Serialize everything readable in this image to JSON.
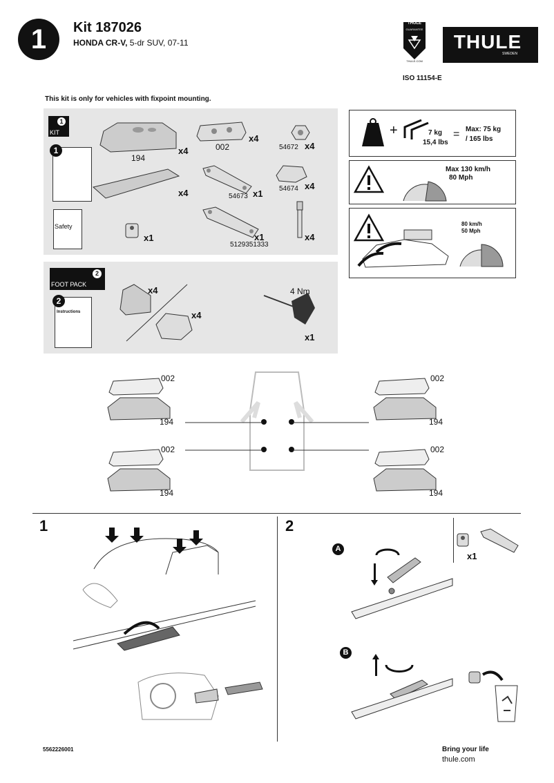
{
  "header": {
    "step_number": "1",
    "kit_title": "Kit 187026",
    "vehicle_make": "HONDA CR-V,",
    "vehicle_detail": "5-dr SUV, 07-11",
    "iso": "ISO 11154-E",
    "fixpoint_note": "This kit is only for vehicles with fixpoint mounting."
  },
  "brand": {
    "logo_text": "THULE",
    "logo_sub": "SWEDEN",
    "badge_text": "THULE",
    "badge_sub": "GUARANTEE",
    "badge_url": "THULE.COM",
    "color": "#111111"
  },
  "kit_panel": {
    "tag_num": "1",
    "tag_label": "KIT",
    "booklet_num": "1",
    "safety_label": "Safety",
    "parts": [
      {
        "pn": "194",
        "qty": "x4"
      },
      {
        "pn": "002",
        "qty": "x4"
      },
      {
        "pn": "54672",
        "qty": "x4"
      },
      {
        "pn": "54674",
        "qty": "x4"
      },
      {
        "pn": "54673",
        "qty": "x1"
      },
      {
        "pn": "5129351333",
        "qty": "x1"
      },
      {
        "pn": "",
        "qty": "x1"
      },
      {
        "pn": "",
        "qty": "x4"
      }
    ],
    "pad_qty": "x4"
  },
  "foot_panel": {
    "tag_num": "2",
    "tag_label": "FOOT PACK",
    "booklet_num": "2",
    "instructions_label": "Instructions",
    "foot_qty_1": "x4",
    "foot_qty_2": "x4",
    "torque": "4 Nm",
    "tool_qty": "x1"
  },
  "load": {
    "weight_1": "7 kg",
    "weight_2": "15,4 lbs",
    "max_1": "Max: 75 kg",
    "max_2": "/ 165 lbs",
    "speed_1": "Max  130 km/h",
    "speed_2": "80 Mph",
    "speed_3": "80 km/h",
    "speed_4": "50 Mph"
  },
  "placement": {
    "labels": [
      "002",
      "194",
      "002",
      "194",
      "002",
      "194",
      "002",
      "194"
    ]
  },
  "steps": {
    "step1": "1",
    "step2": "2",
    "a": "A",
    "b": "B",
    "part_qty": "x1"
  },
  "footer": {
    "doc_number": "5562226001",
    "slogan": "Bring your life",
    "url": "thule.com"
  }
}
